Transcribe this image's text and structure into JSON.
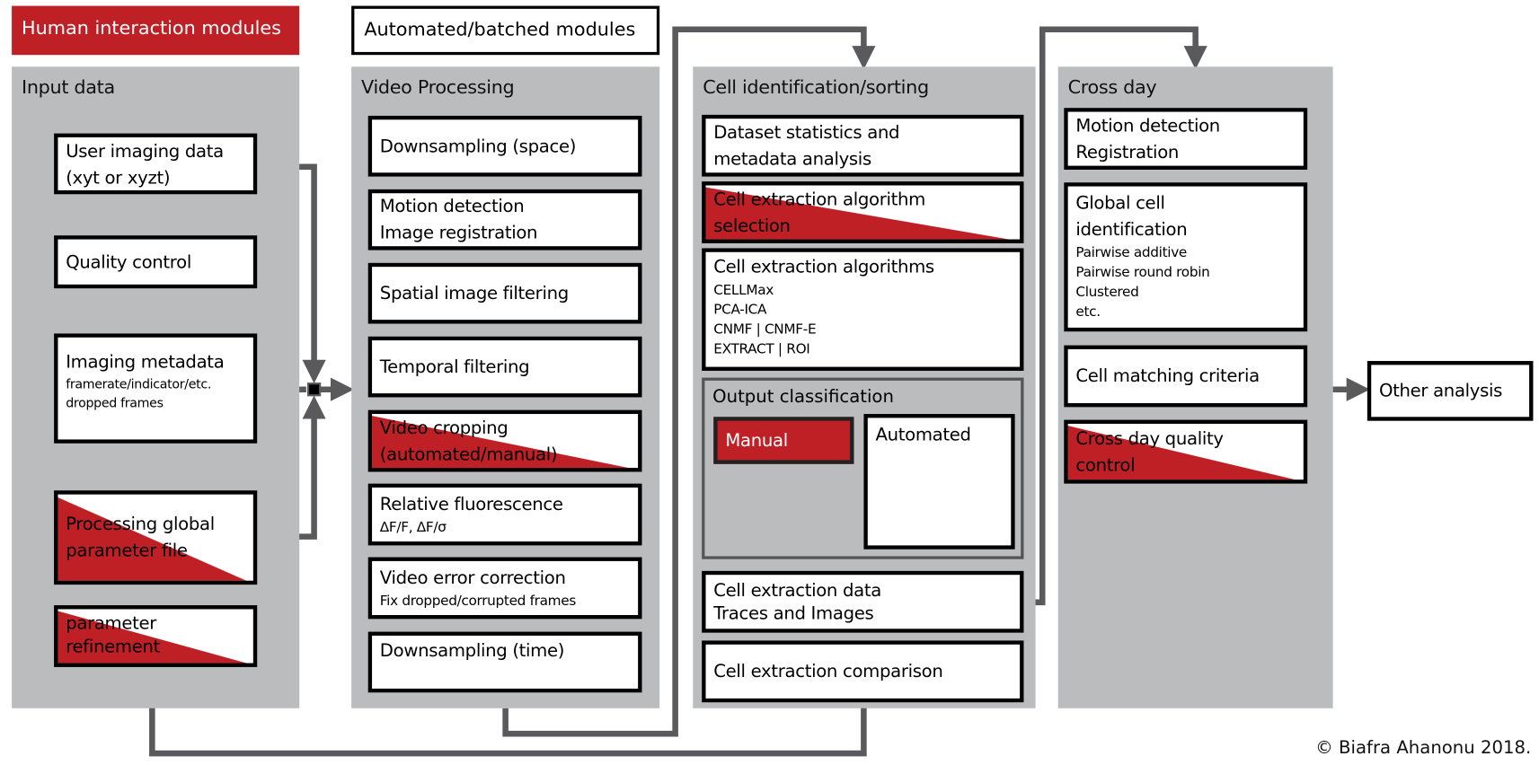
{
  "legend": {
    "human": "Human interaction modules",
    "automated": "Automated/batched modules"
  },
  "colors": {
    "human_red": "#be2026",
    "panel_gray": "#bbbcbe",
    "arrow_gray": "#5a5a5c"
  },
  "input": {
    "title": "Input data",
    "user_data": [
      "User imaging data",
      "(xyt or xyzt)"
    ],
    "quality": "Quality control",
    "metadata": {
      "title": "Imaging metadata",
      "lines": [
        "framerate/indicator/etc.",
        "dropped frames"
      ]
    },
    "global_params": [
      "Processing global",
      "parameter file"
    ],
    "refinement": [
      "parameter",
      "refinement"
    ]
  },
  "video": {
    "title": "Video Processing",
    "down_space": "Downsampling  (space)",
    "motion": [
      "Motion detection",
      "Image  registration"
    ],
    "spatial": "Spatial image  filtering",
    "temporal": "Temporal filtering",
    "cropping": [
      "Video cropping",
      "(automated/manual)"
    ],
    "fluor": {
      "title": "Relative fluorescence",
      "sub": "ΔF/F, ΔF/σ"
    },
    "error": {
      "title": "Video error correction",
      "sub": "Fix dropped/corrupted frames"
    },
    "down_time": "Downsampling  (time)"
  },
  "cells": {
    "title": "Cell identification/sorting",
    "stats": [
      "Dataset statistics and",
      "metadata analysis"
    ],
    "selection": [
      "Cell extraction algorithm",
      "selection"
    ],
    "algorithms": {
      "title": "Cell extraction algorithms",
      "items": [
        "CELLMax",
        "PCA-ICA",
        "CNMF | CNMF-E",
        "EXTRACT | ROI"
      ]
    },
    "classification": {
      "title": "Output classification",
      "manual": "Manual",
      "automated": "Automated"
    },
    "data": [
      "Cell extraction data",
      "Traces and Images"
    ],
    "comparison": "Cell extraction comparison"
  },
  "crossday": {
    "title": "Cross day",
    "motion": [
      "Motion detection",
      "Registration"
    ],
    "global": {
      "title": [
        "Global cell",
        "identification"
      ],
      "items": [
        "Pairwise additive",
        "Pairwise round robin",
        "Clustered",
        "etc."
      ]
    },
    "matching": "Cell matching criteria",
    "quality": [
      "Cross day quality",
      "control"
    ]
  },
  "other": "Other analysis",
  "copyright": "© Biafra Ahanonu 2018."
}
